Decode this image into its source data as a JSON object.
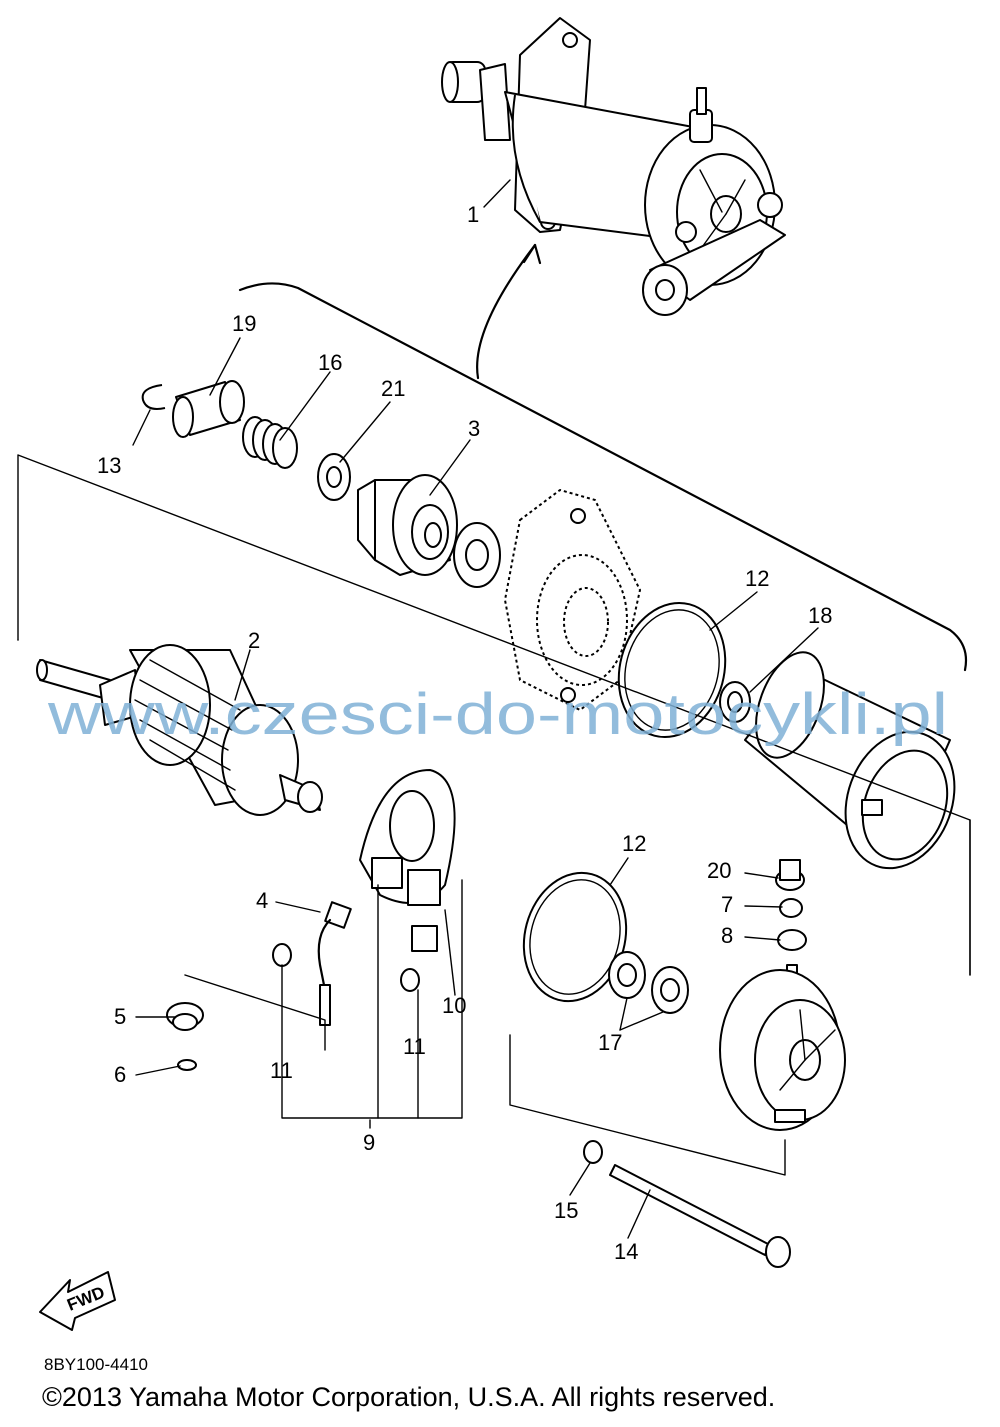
{
  "callouts": [
    {
      "id": "1",
      "label": "1"
    },
    {
      "id": "2",
      "label": "2"
    },
    {
      "id": "3",
      "label": "3"
    },
    {
      "id": "4",
      "label": "4"
    },
    {
      "id": "5",
      "label": "5"
    },
    {
      "id": "6",
      "label": "6"
    },
    {
      "id": "7",
      "label": "7"
    },
    {
      "id": "8",
      "label": "8"
    },
    {
      "id": "9",
      "label": "9"
    },
    {
      "id": "10",
      "label": "10"
    },
    {
      "id": "11a",
      "label": "11"
    },
    {
      "id": "11b",
      "label": "11"
    },
    {
      "id": "12a",
      "label": "12"
    },
    {
      "id": "12b",
      "label": "12"
    },
    {
      "id": "13",
      "label": "13"
    },
    {
      "id": "14",
      "label": "14"
    },
    {
      "id": "15",
      "label": "15"
    },
    {
      "id": "16",
      "label": "16"
    },
    {
      "id": "17",
      "label": "17"
    },
    {
      "id": "18",
      "label": "18"
    },
    {
      "id": "19",
      "label": "19"
    },
    {
      "id": "20",
      "label": "20"
    },
    {
      "id": "21",
      "label": "21"
    }
  ],
  "watermark": "www.czesci-do-motocykli.pl",
  "fwd_label": "FWD",
  "diagram_code": "8BY100-4410",
  "copyright": "©2013 Yamaha Motor Corporation, U.S.A. All rights reserved."
}
